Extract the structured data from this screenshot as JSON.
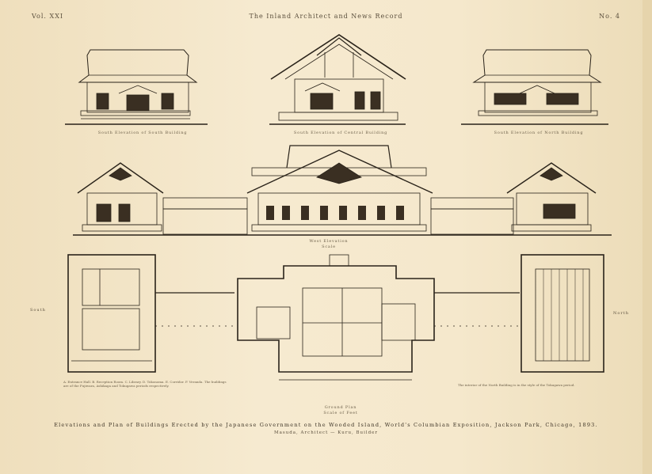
{
  "header": {
    "left": "Vol. XXI",
    "center": "The Inland Architect and News Record",
    "right": "No. 4"
  },
  "elevations": {
    "top_left_caption": "South Elevation of South Building",
    "top_center_caption": "South Elevation of Central Building",
    "top_right_caption": "South Elevation of North Building",
    "main_caption": "West Elevation",
    "main_scale": "Scale"
  },
  "plan": {
    "left_label": "South",
    "right_label": "North",
    "center_caption": "Ground Plan",
    "center_scale": "Scale of Feet",
    "notes_left": "A. Entrance Hall. B. Reception Room. C. Library. D. Tokonoma. E. Corridor. F. Veranda. The buildings are of the Fujiwara, Ashikaga and Tokugawa periods respectively.",
    "notes_right": "The interior of the North Building is in the style of the Tokugawa period."
  },
  "footer": {
    "title": "Elevations and Plan of Buildings Erected by the Japanese Government on the Wooded Island, World's Columbian Exposition, Jackson Park, Chicago, 1893.",
    "subtitle": "Masuda, Architect — Kuru, Builder"
  }
}
